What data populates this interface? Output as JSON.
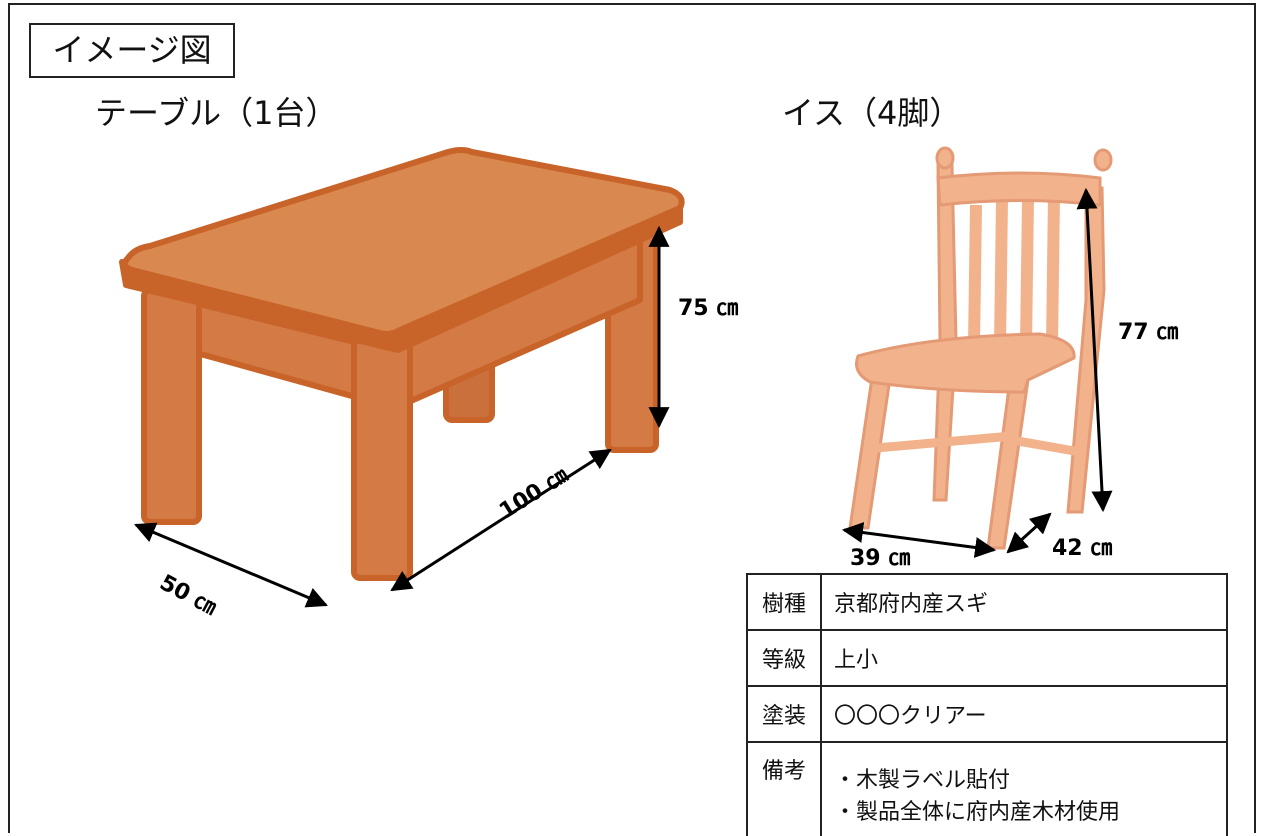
{
  "header": {
    "label": "イメージ図"
  },
  "table": {
    "title": "テーブル（1台）",
    "height": "75 ㎝",
    "length": "100 ㎝",
    "width": "50 ㎝"
  },
  "chair": {
    "title": "イス（4脚）",
    "height": "77 ㎝",
    "width": "39 ㎝",
    "depth": "42 ㎝"
  },
  "specs": [
    {
      "key": "樹種",
      "value": "京都府内産スギ"
    },
    {
      "key": "等級",
      "value": "上小"
    },
    {
      "key": "塗装",
      "value": "〇〇〇クリアー"
    },
    {
      "key": "備考",
      "lines": [
        "・木製ラベル貼付",
        "・製品全体に府内産木材使用"
      ]
    }
  ],
  "colors": {
    "table_top": "#d9894f",
    "table_edge": "#c8642a",
    "table_leg": "#d47a45",
    "chair_wood": "#f2b28c",
    "chair_shade": "#e49a74"
  }
}
